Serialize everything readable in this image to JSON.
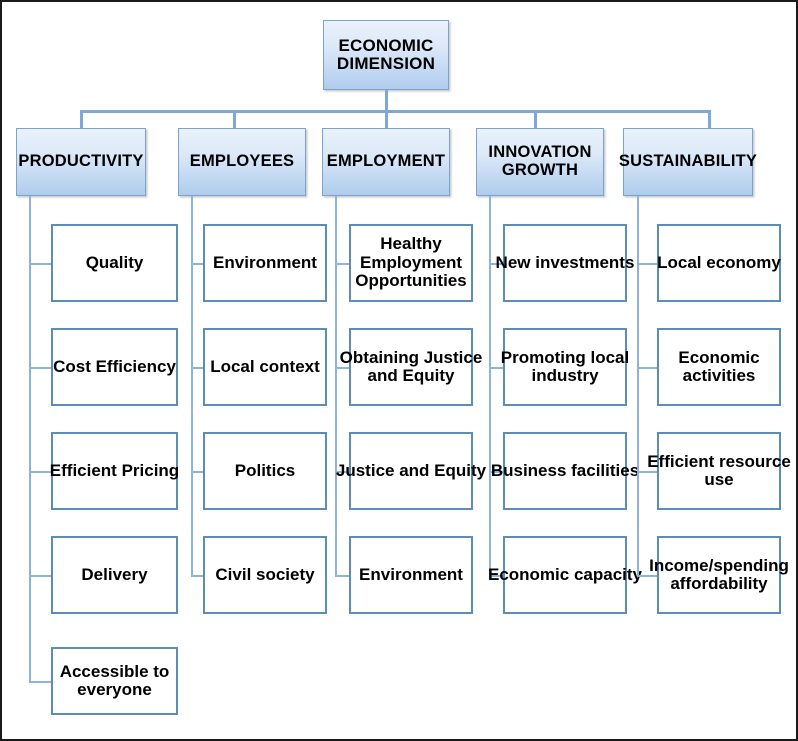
{
  "diagram": {
    "title": "Economic Dimension Hierarchy",
    "root": {
      "label": "ECONOMIC DIMENSION"
    },
    "branches": [
      {
        "label": "PRODUCTIVITY",
        "children": [
          {
            "label": "Quality"
          },
          {
            "label": "Cost Efficiency"
          },
          {
            "label": "Efficient Pricing"
          },
          {
            "label": "Delivery"
          },
          {
            "label": "Accessible to everyone"
          }
        ]
      },
      {
        "label": "EMPLOYEES",
        "children": [
          {
            "label": "Environment"
          },
          {
            "label": "Local context"
          },
          {
            "label": "Politics"
          },
          {
            "label": "Civil society"
          }
        ]
      },
      {
        "label": "EMPLOYMENT",
        "children": [
          {
            "label": "Healthy Employment Opportunities"
          },
          {
            "label": "Obtaining Justice and Equity"
          },
          {
            "label": "Justice and Equity"
          },
          {
            "label": "Environment"
          }
        ]
      },
      {
        "label": "INNOVATION GROWTH",
        "children": [
          {
            "label": "New investments"
          },
          {
            "label": "Promoting local industry"
          },
          {
            "label": "Business facilities"
          },
          {
            "label": "Economic capacity"
          }
        ]
      },
      {
        "label": "SUSTAINABILITY",
        "children": [
          {
            "label": "Local economy"
          },
          {
            "label": "Economic activities"
          },
          {
            "label": "Efficient resource use"
          },
          {
            "label": "Income/spending affordability"
          }
        ]
      }
    ]
  },
  "colors": {
    "box_fill_top": "#EAF2FB",
    "box_fill_bottom": "#AFCCEC",
    "box_border": "#7CA3CF",
    "leaf_border": "#5B8DB8",
    "leaf_fill": "#FFFFFF",
    "connector": "#8FB4D9",
    "frame": "#1A1A1A",
    "text": "#000000"
  }
}
